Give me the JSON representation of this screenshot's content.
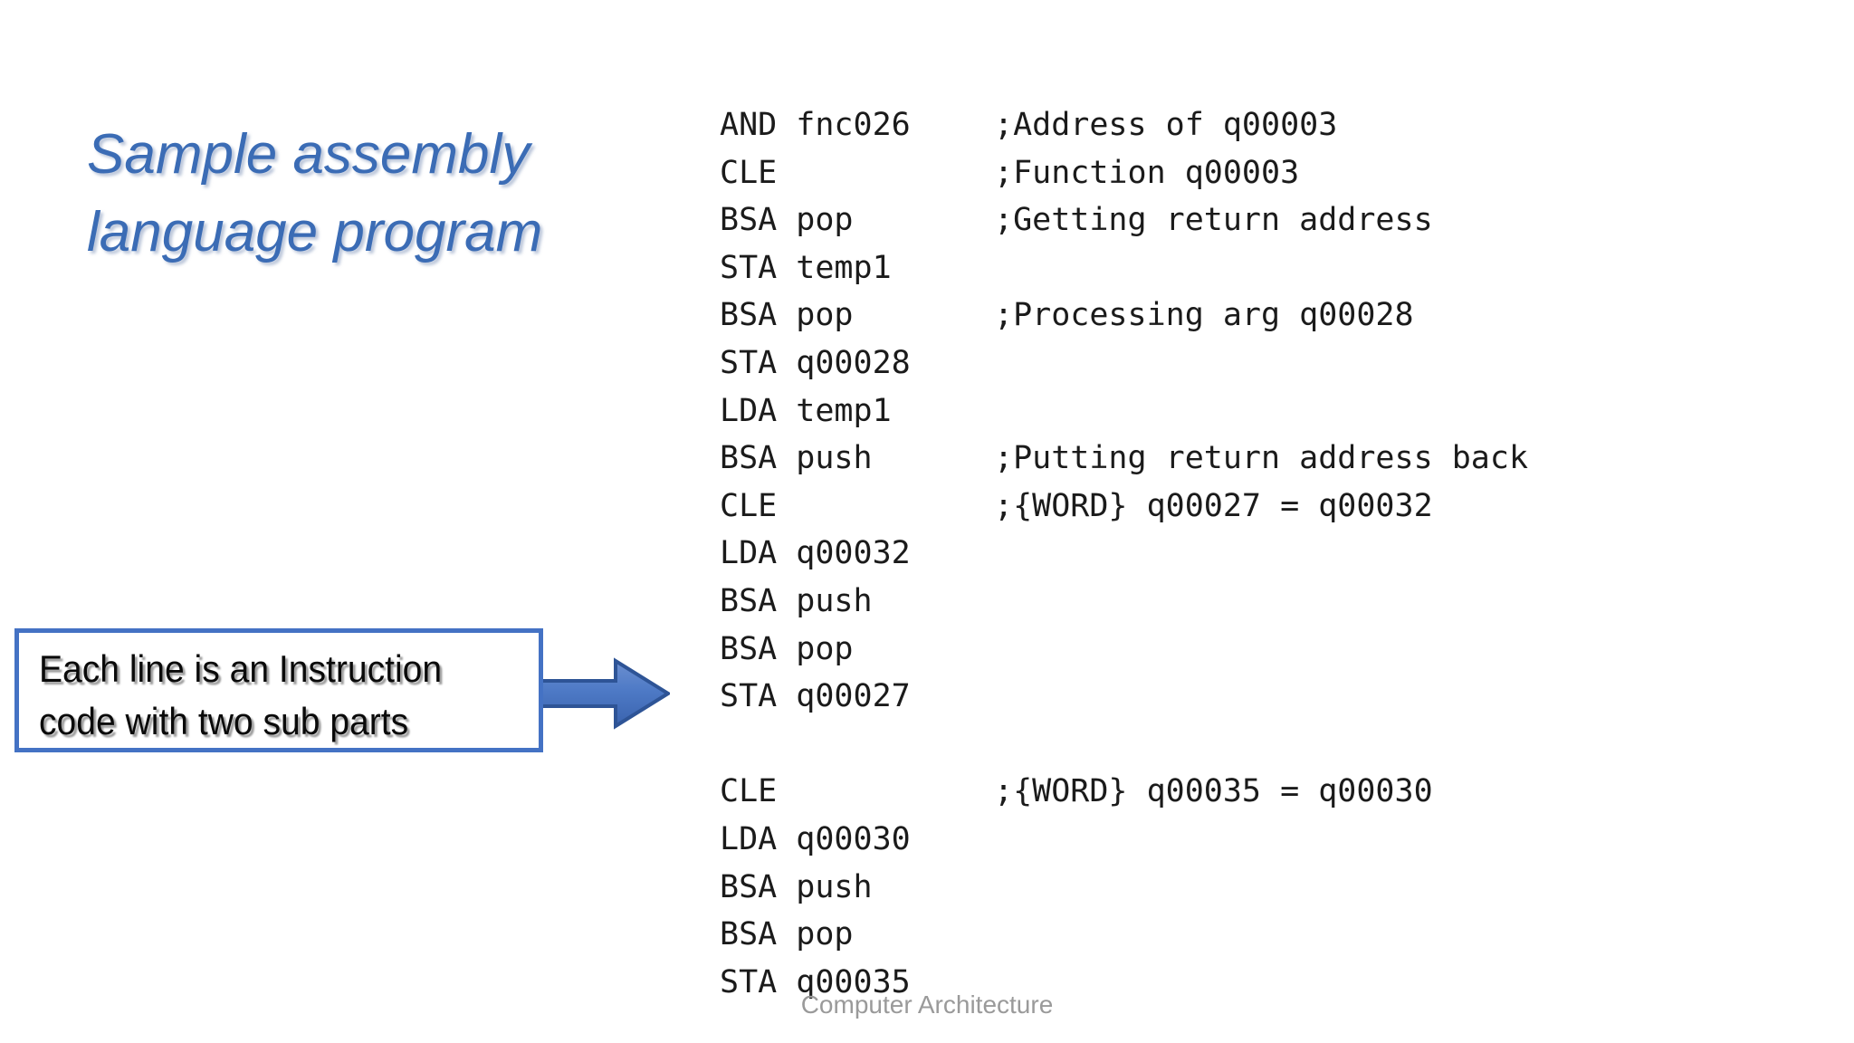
{
  "slide": {
    "title": "Sample assembly\nlanguage program",
    "title_color": "#3B6CB5",
    "footer": "Computer Architecture",
    "background_color": "#FFFFFF"
  },
  "callout": {
    "text": "Each line is an Instruction\ncode  with two sub parts",
    "border_color": "#4472C4",
    "fill_color": "#FFFFFF",
    "text_color": "#0A0A0A"
  },
  "arrow": {
    "name": "right-block-arrow",
    "fill_color": "#4472C4",
    "outline_color": "#2E5496"
  },
  "code": {
    "font": "monospace",
    "text_color": "#1B1B1B",
    "lines": [
      {
        "mnemonic": "AND fnc026",
        "comment": ";Address of q00003"
      },
      {
        "mnemonic": "CLE",
        "comment": ";Function q00003"
      },
      {
        "mnemonic": "BSA pop",
        "comment": ";Getting return address"
      },
      {
        "mnemonic": "STA temp1",
        "comment": ""
      },
      {
        "mnemonic": "BSA pop",
        "comment": ";Processing arg q00028"
      },
      {
        "mnemonic": "STA q00028",
        "comment": ""
      },
      {
        "mnemonic": "LDA temp1",
        "comment": ""
      },
      {
        "mnemonic": "BSA push",
        "comment": ";Putting return address back"
      },
      {
        "mnemonic": "CLE",
        "comment": ";{WORD} q00027 = q00032"
      },
      {
        "mnemonic": "LDA q00032",
        "comment": ""
      },
      {
        "mnemonic": "BSA push",
        "comment": ""
      },
      {
        "mnemonic": "BSA pop",
        "comment": ""
      },
      {
        "mnemonic": "STA q00027",
        "comment": ""
      },
      {
        "mnemonic": "",
        "comment": ""
      },
      {
        "mnemonic": "CLE",
        "comment": ";{WORD} q00035 = q00030"
      },
      {
        "mnemonic": "LDA q00030",
        "comment": ""
      },
      {
        "mnemonic": "BSA push",
        "comment": ""
      },
      {
        "mnemonic": "BSA pop",
        "comment": ""
      },
      {
        "mnemonic": "STA q00035",
        "comment": ""
      }
    ]
  }
}
